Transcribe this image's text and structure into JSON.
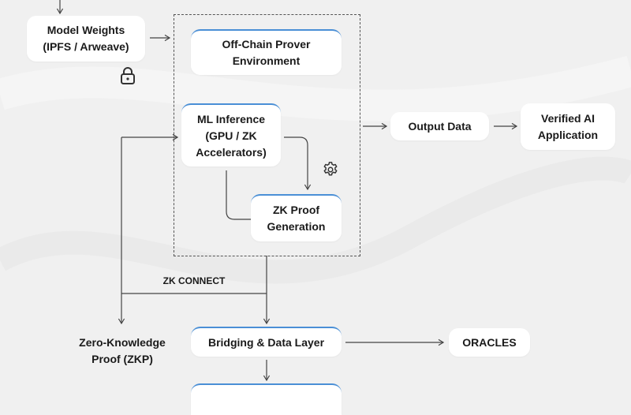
{
  "diagram": {
    "nodes": {
      "model_weights": {
        "line1": "Model Weights",
        "line2": "(IPFS / Arweave)"
      },
      "off_chain": {
        "line1": "Off-Chain Prover",
        "line2": "Environment"
      },
      "ml_inference": {
        "line1": "ML Inference",
        "line2": "(GPU / ZK",
        "line3": "Accelerators)"
      },
      "zk_proof_gen": {
        "line1": "ZK Proof",
        "line2": "Generation"
      },
      "output_data": {
        "label": "Output Data"
      },
      "verified_ai": {
        "line1": "Verified AI",
        "line2": "Application"
      },
      "bridging": {
        "label": "Bridging & Data Layer"
      },
      "oracles": {
        "label": "ORACLES"
      },
      "bottom_partial": {
        "label": ""
      }
    },
    "labels": {
      "zk_connect": "ZK CONNECT",
      "zkp_line1": "Zero-Knowledge",
      "zkp_line2": "Proof (ZKP)"
    },
    "icons": {
      "lock": "lock-icon",
      "gear": "gear-icon"
    },
    "colors": {
      "background": "#f0f0f0",
      "node": "#ffffff",
      "accent": "#4a8fd6",
      "line": "#444444"
    }
  }
}
